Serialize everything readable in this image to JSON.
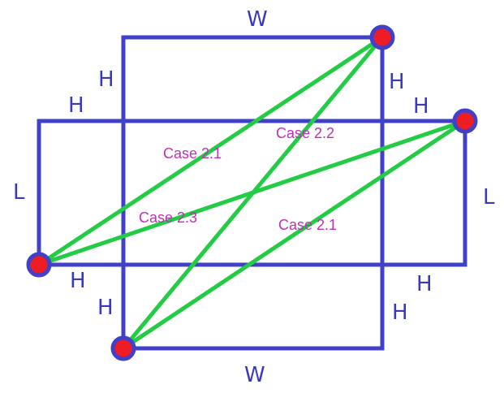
{
  "colors": {
    "rect_stroke": "#4040c8",
    "line_green": "#22cc44",
    "dot_fill": "#ee1c24",
    "dot_ring": "#4040c8",
    "dim_label": "#3838c0",
    "case_label": "#c030b8",
    "background": "#ffffff"
  },
  "dimension_labels": {
    "w_top": "W",
    "w_bottom": "W",
    "h_upper_left_outer": "H",
    "h_upper_left_inner": "H",
    "h_upper_right_outer": "H",
    "h_upper_right_inner": "H",
    "h_lower_left_outer": "H",
    "h_lower_left_inner": "H",
    "h_lower_right_outer": "H",
    "h_lower_right_inner": "H",
    "l_left": "L",
    "l_right": "L"
  },
  "case_labels": {
    "upper_left": "Case 2.1",
    "upper_right": "Case 2.2",
    "middle_left": "Case 2.3",
    "lower_right": "Case 2.1"
  }
}
